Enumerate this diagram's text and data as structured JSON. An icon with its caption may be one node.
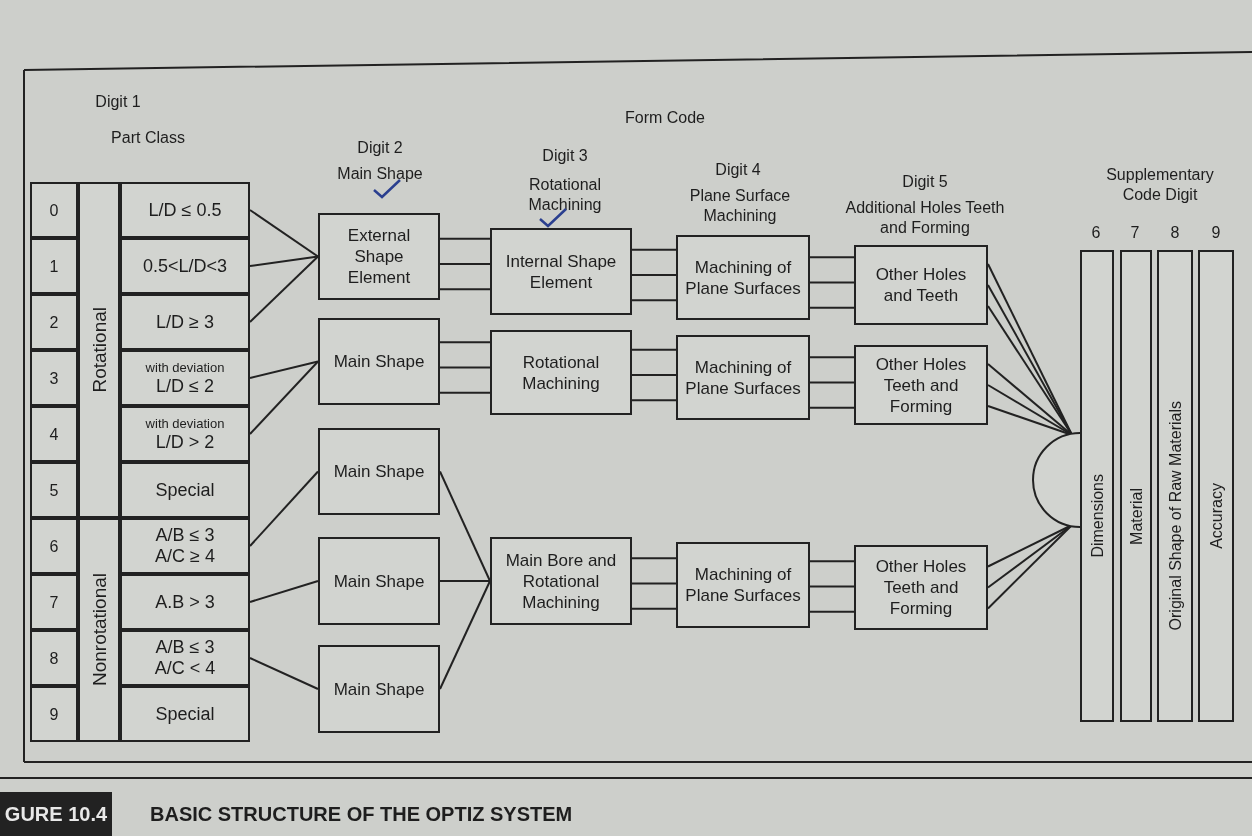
{
  "diagram": {
    "caption": "BASIC STRUCTURE OF THE OPTIZ SYSTEM",
    "nodes": [
      {
        "text": [
          "0"
        ]
      },
      {
        "text": [
          "1"
        ]
      },
      {
        "text": [
          "2"
        ]
      },
      {
        "text": [
          "3"
        ]
      },
      {
        "text": [
          "4"
        ]
      },
      {
        "text": [
          "5"
        ]
      },
      {
        "text": [
          "6"
        ]
      },
      {
        "text": [
          "7"
        ]
      },
      {
        "text": [
          "8"
        ]
      },
      {
        "text": [
          "9"
        ]
      },
      {
        "text": [
          "Rotational"
        ]
      },
      {
        "text": [
          "Nonrotational"
        ]
      },
      {
        "text": [
          "L/D ≤ 0.5"
        ]
      },
      {
        "text": [
          "0.5<L/D<3"
        ]
      },
      {
        "text": [
          "L/D ≥ 3"
        ]
      },
      {
        "text": [
          "with deviation",
          "L/D ≤ 2"
        ]
      },
      {
        "text": [
          "with deviation",
          "L/D > 2"
        ]
      },
      {
        "text": [
          "Special"
        ]
      },
      {
        "text": [
          "A/B ≤ 3 A/C ≥ 4"
        ]
      },
      {
        "text": [
          "A.B > 3"
        ]
      },
      {
        "text": [
          "A/B ≤ 3 A/C < 4"
        ]
      },
      {
        "text": [
          "Special"
        ]
      },
      {
        "text": [
          "External Shape Element"
        ]
      },
      {
        "text": [
          "Main Shape"
        ]
      },
      {
        "text": [
          "Main Shape"
        ]
      },
      {
        "text": [
          "Main Shape"
        ]
      },
      {
        "text": [
          "Main Shape"
        ]
      },
      {
        "text": [
          "Internal Shape Element"
        ]
      },
      {
        "text": [
          "Rotational Machining"
        ]
      },
      {
        "text": [
          "Main Bore and Rotational Machining"
        ]
      },
      {
        "text": [
          "Machining of Plane Surfaces"
        ]
      },
      {
        "text": [
          "Machining of Plane Surfaces"
        ]
      },
      {
        "text": [
          "Machining of Plane Surfaces"
        ]
      },
      {
        "text": [
          "Other Holes and Teeth"
        ]
      },
      {
        "text": [
          "Other Holes Teeth and Forming"
        ]
      },
      {
        "text": [
          "Other Holes Teeth and Forming"
        ]
      },
      {
        "text": [],
        "shape": "semicircle"
      },
      {
        "text": [
          "Dimensions"
        ]
      },
      {
        "text": [
          "Material"
        ]
      },
      {
        "text": [
          "Original Shape of Raw Materials"
        ]
      },
      {
        "text": [
          "Accuracy"
        ]
      }
    ],
    "edges": [
      {
        "from": 12,
        "to": 22,
        "arrow": "none"
      },
      {
        "from": 13,
        "to": 22,
        "arrow": "none"
      },
      {
        "from": 14,
        "to": 22,
        "arrow": "none"
      },
      {
        "from": 15,
        "to": 23,
        "arrow": "none"
      },
      {
        "from": 16,
        "to": 23,
        "arrow": "none"
      },
      {
        "from": 18,
        "to": 24,
        "arrow": "none"
      },
      {
        "from": 19,
        "to": 25,
        "arrow": "none"
      },
      {
        "from": 20,
        "to": 26,
        "arrow": "none"
      },
      {
        "from": 22,
        "to": 27,
        "arrow": "none"
      },
      {
        "from": 22,
        "to": 27,
        "arrow": "none"
      },
      {
        "from": 22,
        "to": 27,
        "arrow": "none"
      },
      {
        "from": 23,
        "to": 28,
        "arrow": "none"
      },
      {
        "from": 23,
        "to": 28,
        "arrow": "none"
      },
      {
        "from": 23,
        "to": 28,
        "arrow": "none"
      },
      {
        "from": 24,
        "to": 29,
        "arrow": "none"
      },
      {
        "from": 25,
        "to": 29,
        "arrow": "none"
      },
      {
        "from": 26,
        "to": 29,
        "arrow": "none"
      },
      {
        "from": 27,
        "to": 30,
        "arrow": "none"
      },
      {
        "from": 27,
        "to": 30,
        "arrow": "none"
      },
      {
        "from": 27,
        "to": 30,
        "arrow": "none"
      },
      {
        "from": 28,
        "to": 31,
        "arrow": "none"
      },
      {
        "from": 28,
        "to": 31,
        "arrow": "none"
      },
      {
        "from": 28,
        "to": 31,
        "arrow": "none"
      },
      {
        "from": 29,
        "to": 32,
        "arrow": "none"
      },
      {
        "from": 29,
        "to": 32,
        "arrow": "none"
      },
      {
        "from": 29,
        "to": 32,
        "arrow": "none"
      },
      {
        "from": 30,
        "to": 33,
        "arrow": "none"
      },
      {
        "from": 30,
        "to": 33,
        "arrow": "none"
      },
      {
        "from": 30,
        "to": 33,
        "arrow": "none"
      },
      {
        "from": 31,
        "to": 34,
        "arrow": "none"
      },
      {
        "from": 31,
        "to": 34,
        "arrow": "none"
      },
      {
        "from": 31,
        "to": 34,
        "arrow": "none"
      },
      {
        "from": 32,
        "to": 35,
        "arrow": "none"
      },
      {
        "from": 32,
        "to": 35,
        "arrow": "none"
      },
      {
        "from": 32,
        "to": 35,
        "arrow": "none"
      },
      {
        "from": 33,
        "to": 36,
        "arrow": "none"
      },
      {
        "from": 33,
        "to": 36,
        "arrow": "none"
      },
      {
        "from": 33,
        "to": 36,
        "arrow": "none"
      },
      {
        "from": 34,
        "to": 36,
        "arrow": "none"
      },
      {
        "from": 34,
        "to": 36,
        "arrow": "none"
      },
      {
        "from": 34,
        "to": 36,
        "arrow": "none"
      },
      {
        "from": 35,
        "to": 36,
        "arrow": "none"
      },
      {
        "from": 35,
        "to": 36,
        "arrow": "none"
      },
      {
        "from": 35,
        "to": 36,
        "arrow": "none"
      }
    ],
    "labels": [
      "Digit 1",
      "Part Class",
      "Digit 2",
      "Main Shape",
      "Form Code",
      "Digit 3",
      "Rotational Machining",
      "Digit 4",
      "Plane Surface Machining",
      "Digit 5",
      "Additional Holes Teeth and Forming",
      "Supplementary Code Digit",
      "6",
      "7",
      "8",
      "9",
      "GURE 10.4"
    ]
  }
}
